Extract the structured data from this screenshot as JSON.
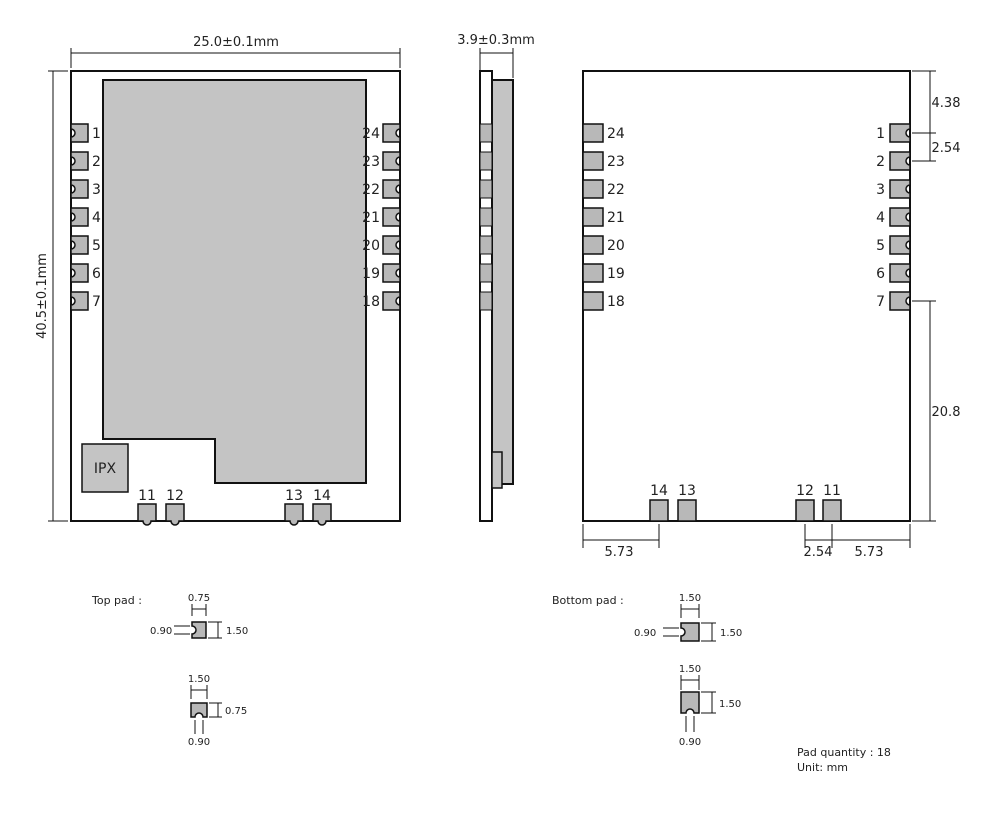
{
  "colors": {
    "stroke": "#111111",
    "pad": "#b8b8b8",
    "shield": "#c4c4c4",
    "text": "#222222"
  },
  "top_view": {
    "width_label": "25.0±0.1mm",
    "height_label": "40.5±0.1mm",
    "ipx_label": "IPX",
    "left_pins": [
      "1",
      "2",
      "3",
      "4",
      "5",
      "6",
      "7"
    ],
    "right_pins": [
      "24",
      "23",
      "22",
      "21",
      "20",
      "19",
      "18"
    ],
    "bottom_pins": [
      "11",
      "12",
      "13",
      "14"
    ]
  },
  "side_view": {
    "thickness_label": "3.9±0.3mm"
  },
  "bottom_view": {
    "left_pins": [
      "24",
      "23",
      "22",
      "21",
      "20",
      "19",
      "18"
    ],
    "right_pins": [
      "1",
      "2",
      "3",
      "4",
      "5",
      "6",
      "7"
    ],
    "bottom_pins": [
      "14",
      "13",
      "12",
      "11"
    ],
    "dims": {
      "top_offset": "4.38",
      "pitch": "2.54",
      "lower": "20.8",
      "left_offset": "5.73",
      "bottom_pitch": "2.54",
      "right_offset": "5.73"
    }
  },
  "top_pad": {
    "title": "Top pad :",
    "h_width": "0.75",
    "h_inner": "0.90",
    "h_length": "1.50",
    "v_width": "1.50",
    "v_height": "0.75",
    "v_inner": "0.90"
  },
  "bottom_pad": {
    "title": "Bottom pad :",
    "h_width": "1.50",
    "h_inner": "0.90",
    "h_length": "1.50",
    "v_width": "1.50",
    "v_height": "1.50",
    "v_inner": "0.90"
  },
  "notes": {
    "pad_quantity": "Pad quantity : 18",
    "unit": "Unit:  mm"
  }
}
